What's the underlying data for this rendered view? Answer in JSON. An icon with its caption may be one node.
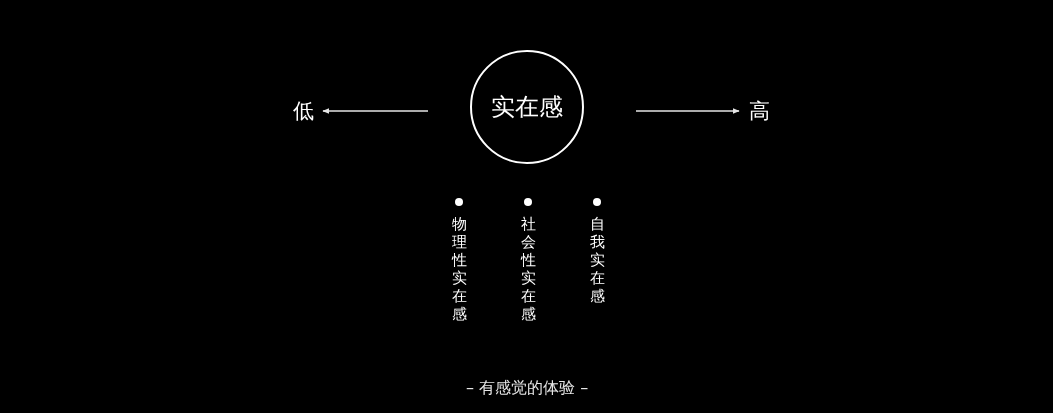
{
  "diagram": {
    "caption": "– 有感觉的体验 –",
    "nodes": [
      {
        "text": [
          "实在感"
        ]
      },
      {
        "text": [
          "低"
        ]
      },
      {
        "text": [
          "高"
        ]
      }
    ],
    "edges": [
      {
        "from": null,
        "to": 1,
        "arrow": "to"
      },
      {
        "from": null,
        "to": 2,
        "arrow": "to"
      }
    ],
    "labels": [
      "物理性实在感",
      "社会性实在感",
      "自我实在感"
    ]
  }
}
